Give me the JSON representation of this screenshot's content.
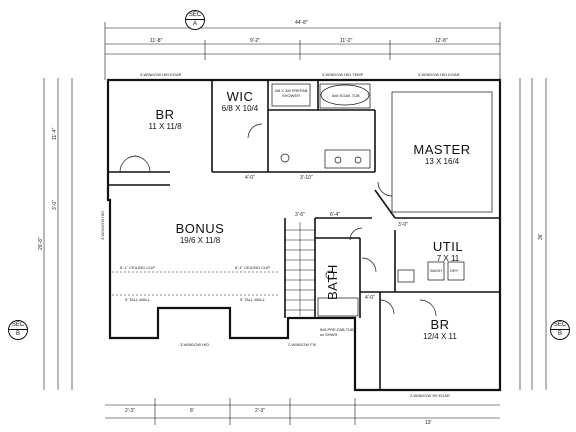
{
  "rooms": {
    "br_top": {
      "name": "BR",
      "size": "11 X 11/8"
    },
    "wic": {
      "name": "WIC",
      "size": "6/8 X 10/4"
    },
    "master": {
      "name": "MASTER",
      "size": "13 X 16/4"
    },
    "bonus": {
      "name": "BONUS",
      "size": "19/6 X 11/8"
    },
    "util": {
      "name": "UTIL",
      "size": "7 X 11"
    },
    "bath": {
      "name": "BATH"
    },
    "br_bottom": {
      "name": "BR",
      "size": "12/4 X 11"
    }
  },
  "section_markers": {
    "top": {
      "top": "SEC",
      "bottom": "A"
    },
    "left": {
      "top": "SEC",
      "bottom": "B"
    },
    "right": {
      "top": "SEC",
      "bottom": "B"
    }
  },
  "dimensions": {
    "overall_top": "44'-8\"",
    "top_row": [
      "11'-8\"",
      "9'-2\"",
      "11'-2\"",
      "12'-8\""
    ],
    "left_overall": "26'-8\"",
    "left_row": [
      "11'-4\"",
      "3'-0\""
    ],
    "right_overall": "36'",
    "bottom_row": [
      "2'-3\"",
      "8'",
      "2'-3\"",
      "13'"
    ],
    "inner": [
      "3'-6\"",
      "6'-4\"",
      "4'-0\"",
      "3'-10\"",
      "3'-0\"",
      "4'-0\""
    ]
  },
  "notes": {
    "window_top1": "3-WINDOW HID EGAR",
    "window_top2": "3-WINDOW HID TEMP",
    "window_top3": "3-WINDOW HID EGAR",
    "shower": "3/8 X 3/8 PREFAB SHOWER",
    "tub": "6x8 SOAK TUB",
    "ceiling1": "8'-1\" CEILING CLIP",
    "ceiling2": "8'-1\" CEILING CLIP",
    "tall_wall1": "5' TALL WALL",
    "tall_wall2": "5' TALL WALL",
    "window_left": "3-WINDOW HID",
    "window_bonus_bottom": "3-WINDOW HID",
    "window_bath": "2-WINDOW FIX",
    "bath_tub": "5x8 PRE-FAB TUB w/ SHWR",
    "wash": "WASH",
    "dry": "DRY",
    "window_br_bottom": "2-WINDOW 3H EGAR"
  }
}
